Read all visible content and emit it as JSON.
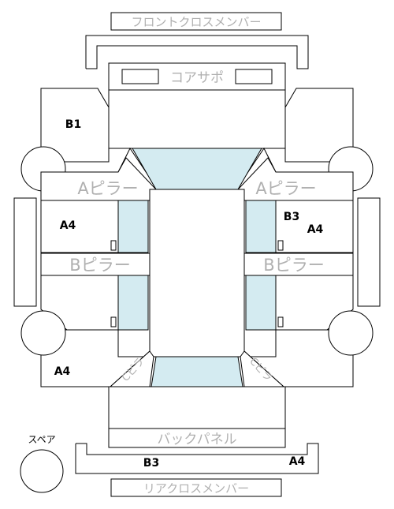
{
  "labels": {
    "front_cross_member": "フロントクロスメンバー",
    "core_support": "コアサポ",
    "a_pillar_left": "Aピラー",
    "a_pillar_right": "Aピラー",
    "b_pillar_left": "Bピラー",
    "b_pillar_right": "Bピラー",
    "back_panel": "バックパネル",
    "rear_cross_member": "リアクロスメンバー",
    "spare": "スペア",
    "c_pillar_left": "Cピラ",
    "c_pillar_right": "Cピラ"
  },
  "grades": {
    "front_left_fender": "B1",
    "front_left_door": "A4",
    "front_right_door_b": "B3",
    "front_right_door_a": "A4",
    "rear_left_quarter": "A4",
    "rear_floor_b": "B3",
    "rear_floor_a": "A4"
  },
  "colors": {
    "glass": "#d4ebf1",
    "line": "#000000",
    "label_gray": "#b0b0b0"
  }
}
